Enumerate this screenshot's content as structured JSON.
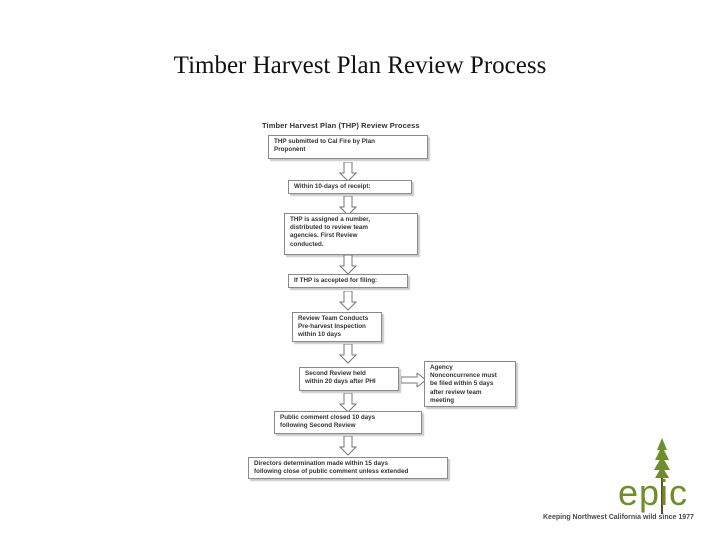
{
  "slide": {
    "title": "Timber Harvest Plan Review Process"
  },
  "diagram": {
    "title": "Timber Harvest Plan (THP) Review Process",
    "steps": [
      "THP submitted to Cal Fire by Plan\nProponent",
      "Within 10-days of receipt:",
      "THP is assigned a number,\ndistributed to review team\nagencies.  First Review\nconducted.",
      "If THP is accepted for filing:",
      "Review Team Conducts\nPre-harvest Inspection\nwithin 10 days",
      "Second Review held\nwithin 20 days after PHI",
      "Public comment closed 10 days\nfollowing Second Review",
      "Directors determination made within 15 days\nfollowing close of public comment unless extended"
    ],
    "side_note": "Agency\nNonconcurrence must\nbe filed within 5 days\nafter review team\nmeeting"
  },
  "logo": {
    "word": "epic",
    "tagline": "Keeping Northwest California wild since 1977",
    "color": "#6e8e2a"
  }
}
